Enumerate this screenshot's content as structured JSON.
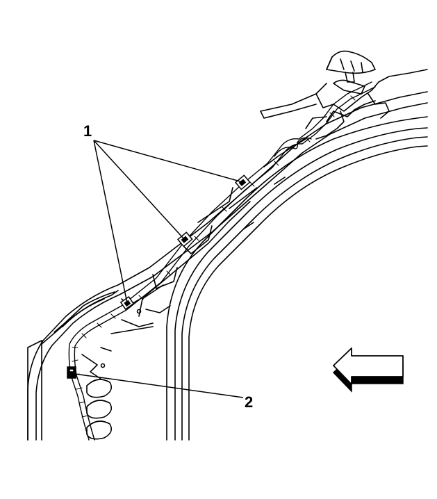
{
  "callouts": [
    {
      "id": "1",
      "label": "1"
    },
    {
      "id": "2",
      "label": "2"
    }
  ],
  "direction_indicator": "arrow-left-icon",
  "colors": {
    "line": "#000000",
    "background": "#ffffff",
    "arrow_shadow": "#000000"
  }
}
